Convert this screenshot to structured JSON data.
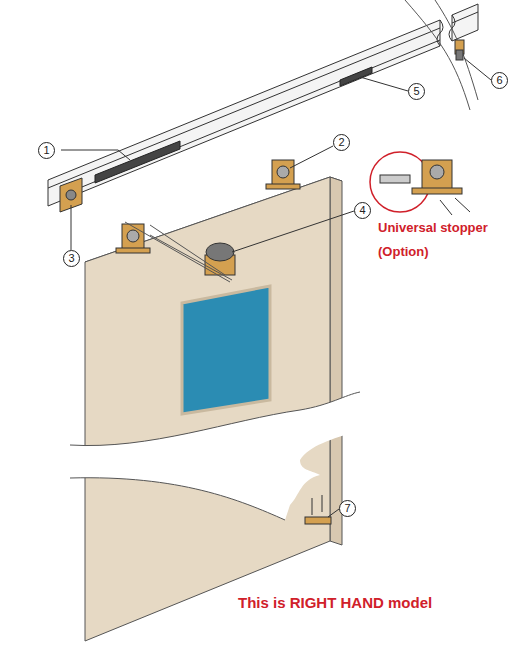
{
  "diagram": {
    "labels": [
      "1",
      "2",
      "3",
      "4",
      "5",
      "6",
      "7",
      "Universal stopper",
      "(Option)",
      "This is RIGHT HAND model"
    ]
  }
}
